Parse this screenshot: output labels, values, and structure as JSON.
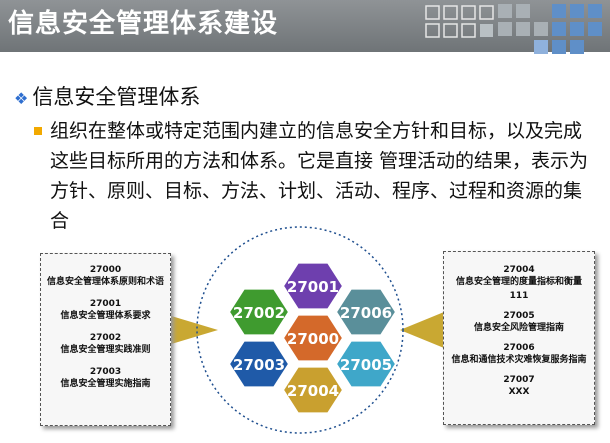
{
  "slide": {
    "title": "信息安全管理体系建设",
    "subheading": "信息安全管理体系",
    "description": "组织在整体或特定范围内建立的信息安全方针和目标，以及完成这些目标所用的方法和体系。它是直接 管理活动的结果，表示为方针、原则、目标、方法、计划、活动、程序、过程和资源的集合"
  },
  "left_box": [
    {
      "code": "27000",
      "name": "信息安全管理体系原则和术语"
    },
    {
      "code": "27001",
      "name": "信息安全管理体系要求"
    },
    {
      "code": "27002",
      "name": "信息安全管理实践准则"
    },
    {
      "code": "27003",
      "name": "信息安全管理实施指南"
    }
  ],
  "right_box": [
    {
      "code": "27004",
      "name": "信息安全管理的度量指标和衡量"
    },
    {
      "code": "111",
      "name": ""
    },
    {
      "code": "27005",
      "name": "信息安全风险管理指南"
    },
    {
      "code": "27006",
      "name": "信息和通信技术灾难恢复服务指南"
    },
    {
      "code": "27007",
      "name": "XXX"
    }
  ],
  "hexagons": [
    {
      "label": "27001",
      "color": "#6e3fae"
    },
    {
      "label": "27002",
      "color": "#3f9b2f"
    },
    {
      "label": "27006",
      "color": "#5a8f9a"
    },
    {
      "label": "27000",
      "color": "#d4692a"
    },
    {
      "label": "27003",
      "color": "#1f5aa8"
    },
    {
      "label": "27005",
      "color": "#3fa7c9"
    },
    {
      "label": "27004",
      "color": "#c9a02f"
    }
  ],
  "colors": {
    "header": "#7e8285",
    "bullet_square": "#f2a900",
    "bullet_diamond": "#2f6fd0",
    "arrow": "#c9a832"
  }
}
